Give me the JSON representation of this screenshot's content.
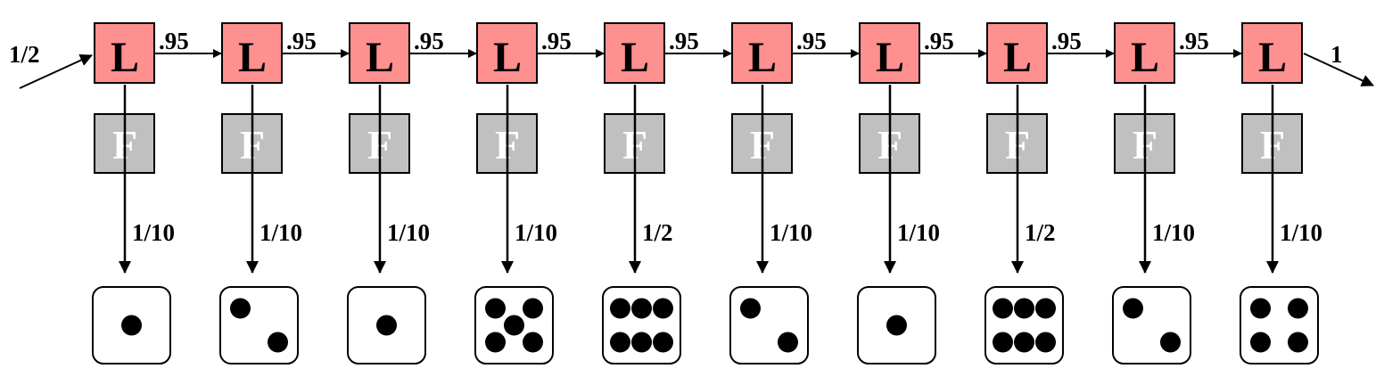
{
  "start_prob": "1/2",
  "end_prob": "1",
  "loaded_label": "L",
  "fair_label": "F",
  "transition_prob": ".95",
  "colors": {
    "loaded": "#ff9090",
    "fair": "#c0c0c0",
    "fair_text": "#ffffff"
  },
  "steps": [
    {
      "emit_prob": "1/10",
      "die": 1
    },
    {
      "emit_prob": "1/10",
      "die": 2
    },
    {
      "emit_prob": "1/10",
      "die": 1
    },
    {
      "emit_prob": "1/10",
      "die": 5
    },
    {
      "emit_prob": "1/2",
      "die": 6
    },
    {
      "emit_prob": "1/10",
      "die": 2
    },
    {
      "emit_prob": "1/10",
      "die": 1
    },
    {
      "emit_prob": "1/2",
      "die": 6
    },
    {
      "emit_prob": "1/10",
      "die": 2
    },
    {
      "emit_prob": "1/10",
      "die": 4
    }
  ]
}
